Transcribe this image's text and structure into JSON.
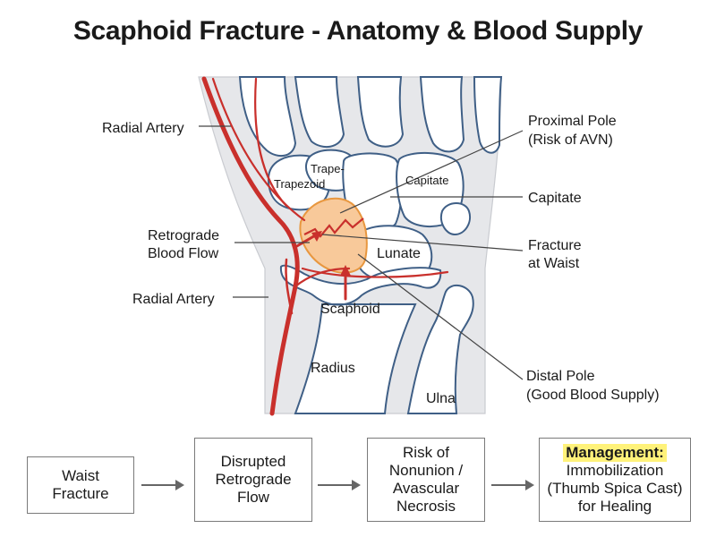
{
  "title": "Scaphoid Fracture - Anatomy & Blood Supply",
  "labels": {
    "radial_artery_top": "Radial Artery",
    "retrograde_1": "Retrograde",
    "retrograde_2": "Blood Flow",
    "radial_artery_bottom": "Radial Artery",
    "proximal_pole_1": "Proximal Pole",
    "proximal_pole_2": "(Risk of AVN)",
    "capitate_callout": "Capitate",
    "fracture_1": "Fracture",
    "fracture_2": "at Waist",
    "distal_pole_1": "Distal Pole",
    "distal_pole_2": "(Good Blood Supply)"
  },
  "bones": {
    "trapezium": "Trape-",
    "trapezoid": "Trapezoid",
    "capitate": "Capitate",
    "lunate": "Lunate",
    "scaphoid": "Scaphoid",
    "radius": "Radius",
    "ulna": "Ulna"
  },
  "flow": {
    "step1": [
      "Waist",
      "Fracture"
    ],
    "step2": [
      "Disrupted",
      "Retrograde",
      "Flow"
    ],
    "step3": [
      "Risk of",
      "Nonunion /",
      "Avascular",
      "Necrosis"
    ],
    "step4_highlight": "Management:",
    "step4": [
      "Immobilization",
      "(Thumb Spica Cast)",
      "for Healing"
    ]
  },
  "colors": {
    "artery": "#c9302c",
    "scaphoid_fill": "#f8c99a",
    "bone_fill": "#ffffff",
    "bone_stroke": "#3f5f86",
    "background_limb": "#e6e7ea",
    "highlight": "#fff27a"
  }
}
